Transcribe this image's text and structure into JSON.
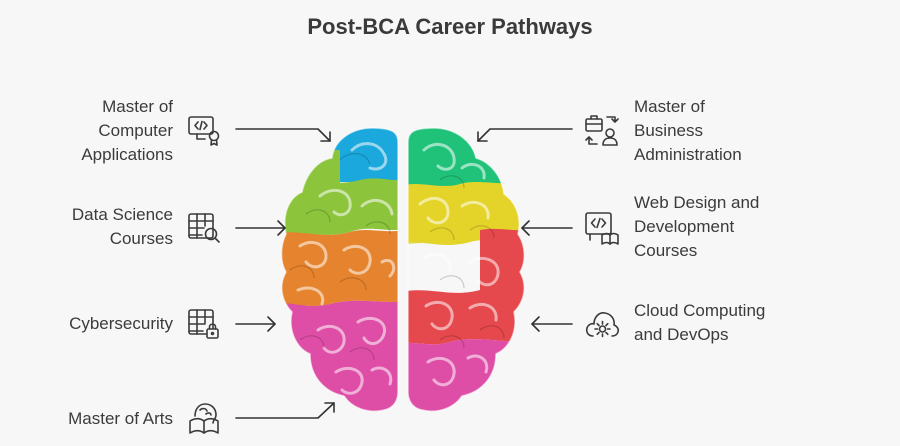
{
  "title": "Post-BCA Career Pathways",
  "colors": {
    "blue": "#1ba8dc",
    "teal": "#20c27a",
    "lime": "#8cc43c",
    "yellow": "#e4d42a",
    "orange": "#e6832e",
    "red": "#e5484d",
    "magenta": "#de4ea6",
    "text": "#3b3b3b"
  },
  "left_items": [
    {
      "lines": [
        "Master of",
        "Computer",
        "Applications"
      ],
      "icon": "code-monitor-certificate-icon"
    },
    {
      "lines": [
        "Data Science",
        "Courses"
      ],
      "icon": "table-search-icon"
    },
    {
      "lines": [
        "Cybersecurity"
      ],
      "icon": "table-lock-icon"
    },
    {
      "lines": [
        "Master of Arts"
      ],
      "icon": "head-book-icon"
    }
  ],
  "right_items": [
    {
      "lines": [
        "Master of",
        "Business",
        "Administration"
      ],
      "icon": "briefcase-person-icon"
    },
    {
      "lines": [
        "Web Design and",
        "Development",
        "Courses"
      ],
      "icon": "code-window-book-icon"
    },
    {
      "lines": [
        "Cloud Computing",
        "and DevOps"
      ],
      "icon": "cloud-gear-icon"
    }
  ]
}
